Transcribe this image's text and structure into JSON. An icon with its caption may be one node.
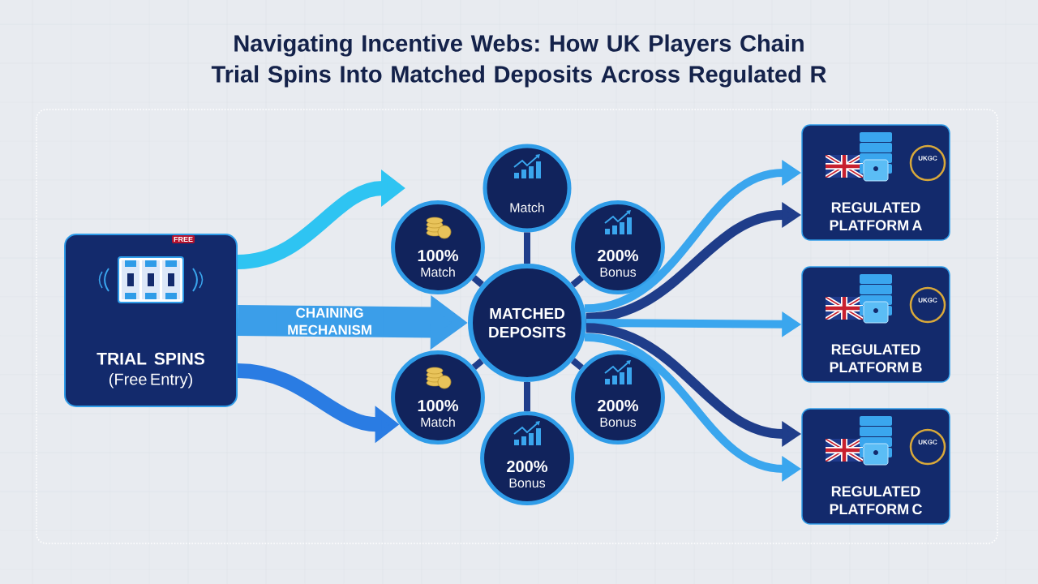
{
  "diagram": {
    "title": "Navigating Incentive Webs: How UK Players Chain Trial Spins Into Matched Deposits Across Regulated R",
    "nodes": [
      {
        "text": [
          "TRIAL SPINS",
          "(Free Entry)"
        ]
      },
      {
        "text": [
          "MATCHED DEPOSITS"
        ]
      },
      {
        "text": [
          "Match"
        ]
      },
      {
        "text": [
          "100%",
          "Match"
        ]
      },
      {
        "text": [
          "200%",
          "Bonus"
        ]
      },
      {
        "text": [
          "100%",
          "Match"
        ]
      },
      {
        "text": [
          "200%",
          "Bonus"
        ]
      },
      {
        "text": [
          "200%",
          "Bonus"
        ]
      },
      {
        "text": [
          "REGULATED PLATFORM A"
        ]
      },
      {
        "text": [
          "REGULATED PLATFORM B"
        ]
      },
      {
        "text": [
          "REGULATED PLATFORM C"
        ]
      }
    ],
    "edges": [
      {
        "from": 0,
        "to": null,
        "arrow": "to",
        "style": "thick",
        "color": "#2ec4f2"
      },
      {
        "from": 0,
        "to": 1,
        "arrow": "to",
        "label": "CHAINING MECHANISM",
        "style": "thick",
        "color": "#3b9ee9"
      },
      {
        "from": 0,
        "to": 5,
        "arrow": "to",
        "style": "thick",
        "color": "#2a7ce3"
      },
      {
        "from": 1,
        "to": 2,
        "arrow": "none"
      },
      {
        "from": 1,
        "to": 3,
        "arrow": "none"
      },
      {
        "from": 1,
        "to": 4,
        "arrow": "none"
      },
      {
        "from": 1,
        "to": 5,
        "arrow": "none"
      },
      {
        "from": 1,
        "to": 6,
        "arrow": "none"
      },
      {
        "from": 1,
        "to": 7,
        "arrow": "none"
      },
      {
        "from": 1,
        "to": 8,
        "arrow": "to",
        "color": "#3aa6ee"
      },
      {
        "from": 1,
        "to": 8,
        "arrow": "to"
      },
      {
        "from": 1,
        "to": 9,
        "arrow": "to",
        "color": "#3aa6ee"
      },
      {
        "from": 1,
        "to": 10,
        "arrow": "to"
      },
      {
        "from": 1,
        "to": 10,
        "arrow": "to",
        "color": "#3aa6ee"
      }
    ],
    "labels": [
      "FREE",
      "UKGC",
      "UKGC",
      "UKGC"
    ]
  }
}
